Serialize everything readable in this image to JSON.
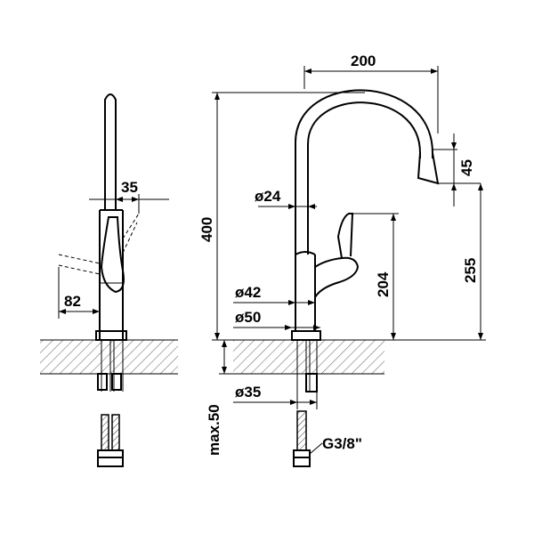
{
  "dimensions": {
    "width_total": "200",
    "height_total": "400",
    "spout_end": "45",
    "lever_offset": "35",
    "pipe_diameter": "ø24",
    "lever_height": "204",
    "spout_height": "255",
    "side_depth": "82",
    "body_diameter": "ø42",
    "base_diameter": "ø50",
    "hole_diameter": "ø35",
    "max_thickness": "max.50",
    "thread": "G3/8\""
  }
}
